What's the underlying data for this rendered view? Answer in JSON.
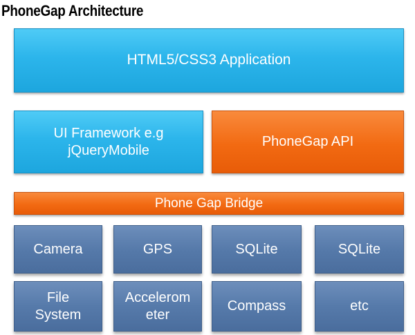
{
  "title": "PhoneGap Architecture",
  "layers": {
    "application": "HTML5/CSS3 Application",
    "ui_framework": [
      "UI Framework e.g",
      "jQueryMobile"
    ],
    "phonegap_api": "PhoneGap API",
    "bridge": "Phone Gap Bridge"
  },
  "native_modules": {
    "row1": [
      "Camera",
      "GPS",
      "SQLite",
      "SQLite"
    ],
    "row2": [
      [
        "File",
        "System"
      ],
      [
        "Accelerom",
        "eter"
      ],
      [
        "Compass"
      ],
      [
        "etc"
      ]
    ]
  },
  "colors": {
    "application": "#2cb5eb",
    "api": "#f26a12",
    "bridge": "#f26a12",
    "modules": "#567aaa"
  }
}
